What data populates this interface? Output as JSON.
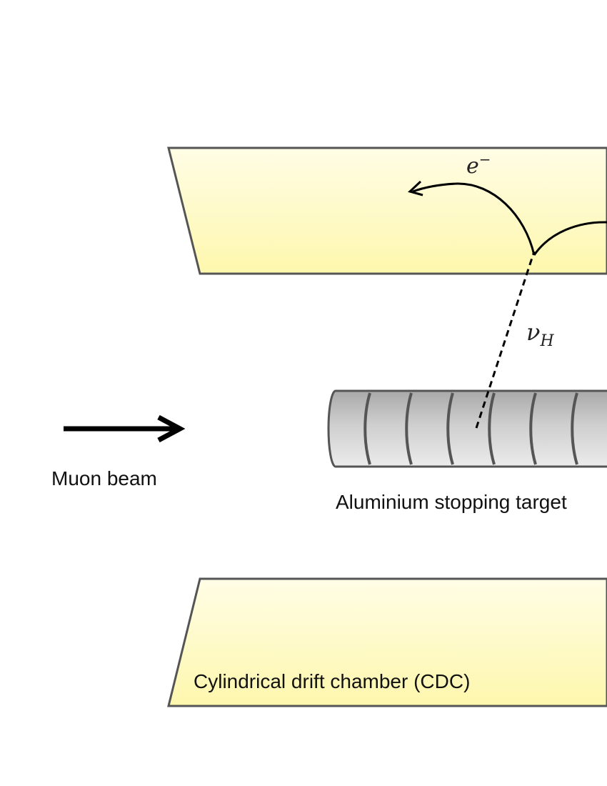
{
  "labels": {
    "electron": "e",
    "electron_sup": "−",
    "neutrino": "ν",
    "neutrino_sub": "H",
    "beam": "Muon beam",
    "target": "Aluminium stopping target",
    "chamber": "Cylindrical drift chamber (CDC)"
  },
  "colors": {
    "chamber_fill_top": "#fffde6",
    "chamber_fill_bottom": "#fef7ad",
    "target_band_dark": "#a9a9a9",
    "target_band_mid": "#c8c8c8",
    "target_band_light": "#e2e2e2",
    "outline": "#555555",
    "arrow": "#000000"
  },
  "target_segments": 8
}
